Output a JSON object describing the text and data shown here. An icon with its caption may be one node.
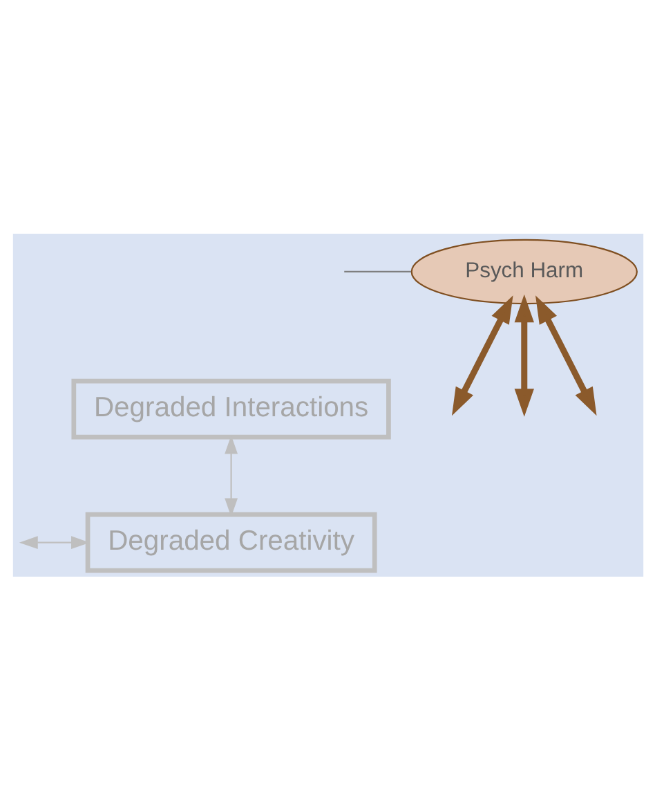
{
  "diagram": {
    "nodes": [
      {
        "text": [
          "Degraded Interactions"
        ]
      },
      {
        "text": [
          "Psych Harm"
        ]
      },
      {
        "text": [
          "Degraded Creativity"
        ]
      }
    ],
    "edges": [
      {
        "from": 0,
        "to": 2,
        "arrow": "both",
        "color": "#bfbfbf"
      },
      {
        "from": 1,
        "to": null,
        "arrow": "both",
        "style": "thick"
      },
      {
        "from": 1,
        "to": null,
        "arrow": "both",
        "style": "thick"
      },
      {
        "from": 1,
        "to": null,
        "arrow": "both",
        "style": "thick"
      },
      {
        "from": null,
        "to": 1,
        "arrow": "none",
        "color": "#7f7f7f"
      },
      {
        "from": null,
        "to": 2,
        "arrow": "both",
        "color": "#bfbfbf"
      }
    ]
  }
}
